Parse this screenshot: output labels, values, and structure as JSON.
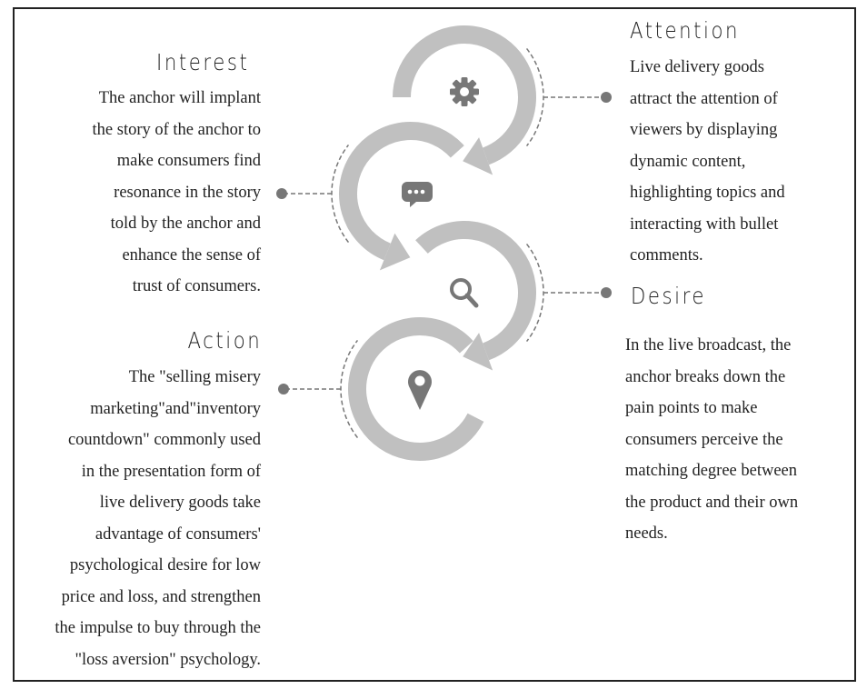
{
  "colors": {
    "arc": "#c0c0c0",
    "icon": "#777777",
    "dash": "#777777"
  },
  "stages": [
    {
      "id": "interest",
      "title": "Interest",
      "icon": "chat-bubble-icon",
      "lines": [
        "The anchor will implant",
        "the story of the anchor to",
        "make consumers find",
        "resonance in the story",
        "told by the anchor and",
        "enhance the sense of",
        "trust of consumers."
      ]
    },
    {
      "id": "action",
      "title": "Action",
      "icon": "map-pin-icon",
      "lines": [
        "The \"selling misery",
        "marketing\"and\"inventory",
        "countdown\" commonly used",
        "in the presentation form of",
        "live delivery goods take",
        "advantage of consumers'",
        "psychological desire for low",
        "price and loss, and strengthen",
        "the impulse to buy through the",
        "\"loss aversion\" psychology."
      ]
    },
    {
      "id": "attention",
      "title": "Attention",
      "icon": "gear-icon",
      "lines": [
        "Live delivery goods",
        "attract the attention of",
        "viewers by displaying",
        "dynamic content,",
        "highlighting topics and",
        "interacting with bullet",
        "comments."
      ]
    },
    {
      "id": "desire",
      "title": "Desire",
      "icon": "search-icon",
      "lines": [
        "In the live broadcast, the",
        "anchor breaks down the",
        "pain points to make",
        "consumers perceive the",
        "matching degree between",
        "the product and their own",
        "needs."
      ]
    }
  ]
}
